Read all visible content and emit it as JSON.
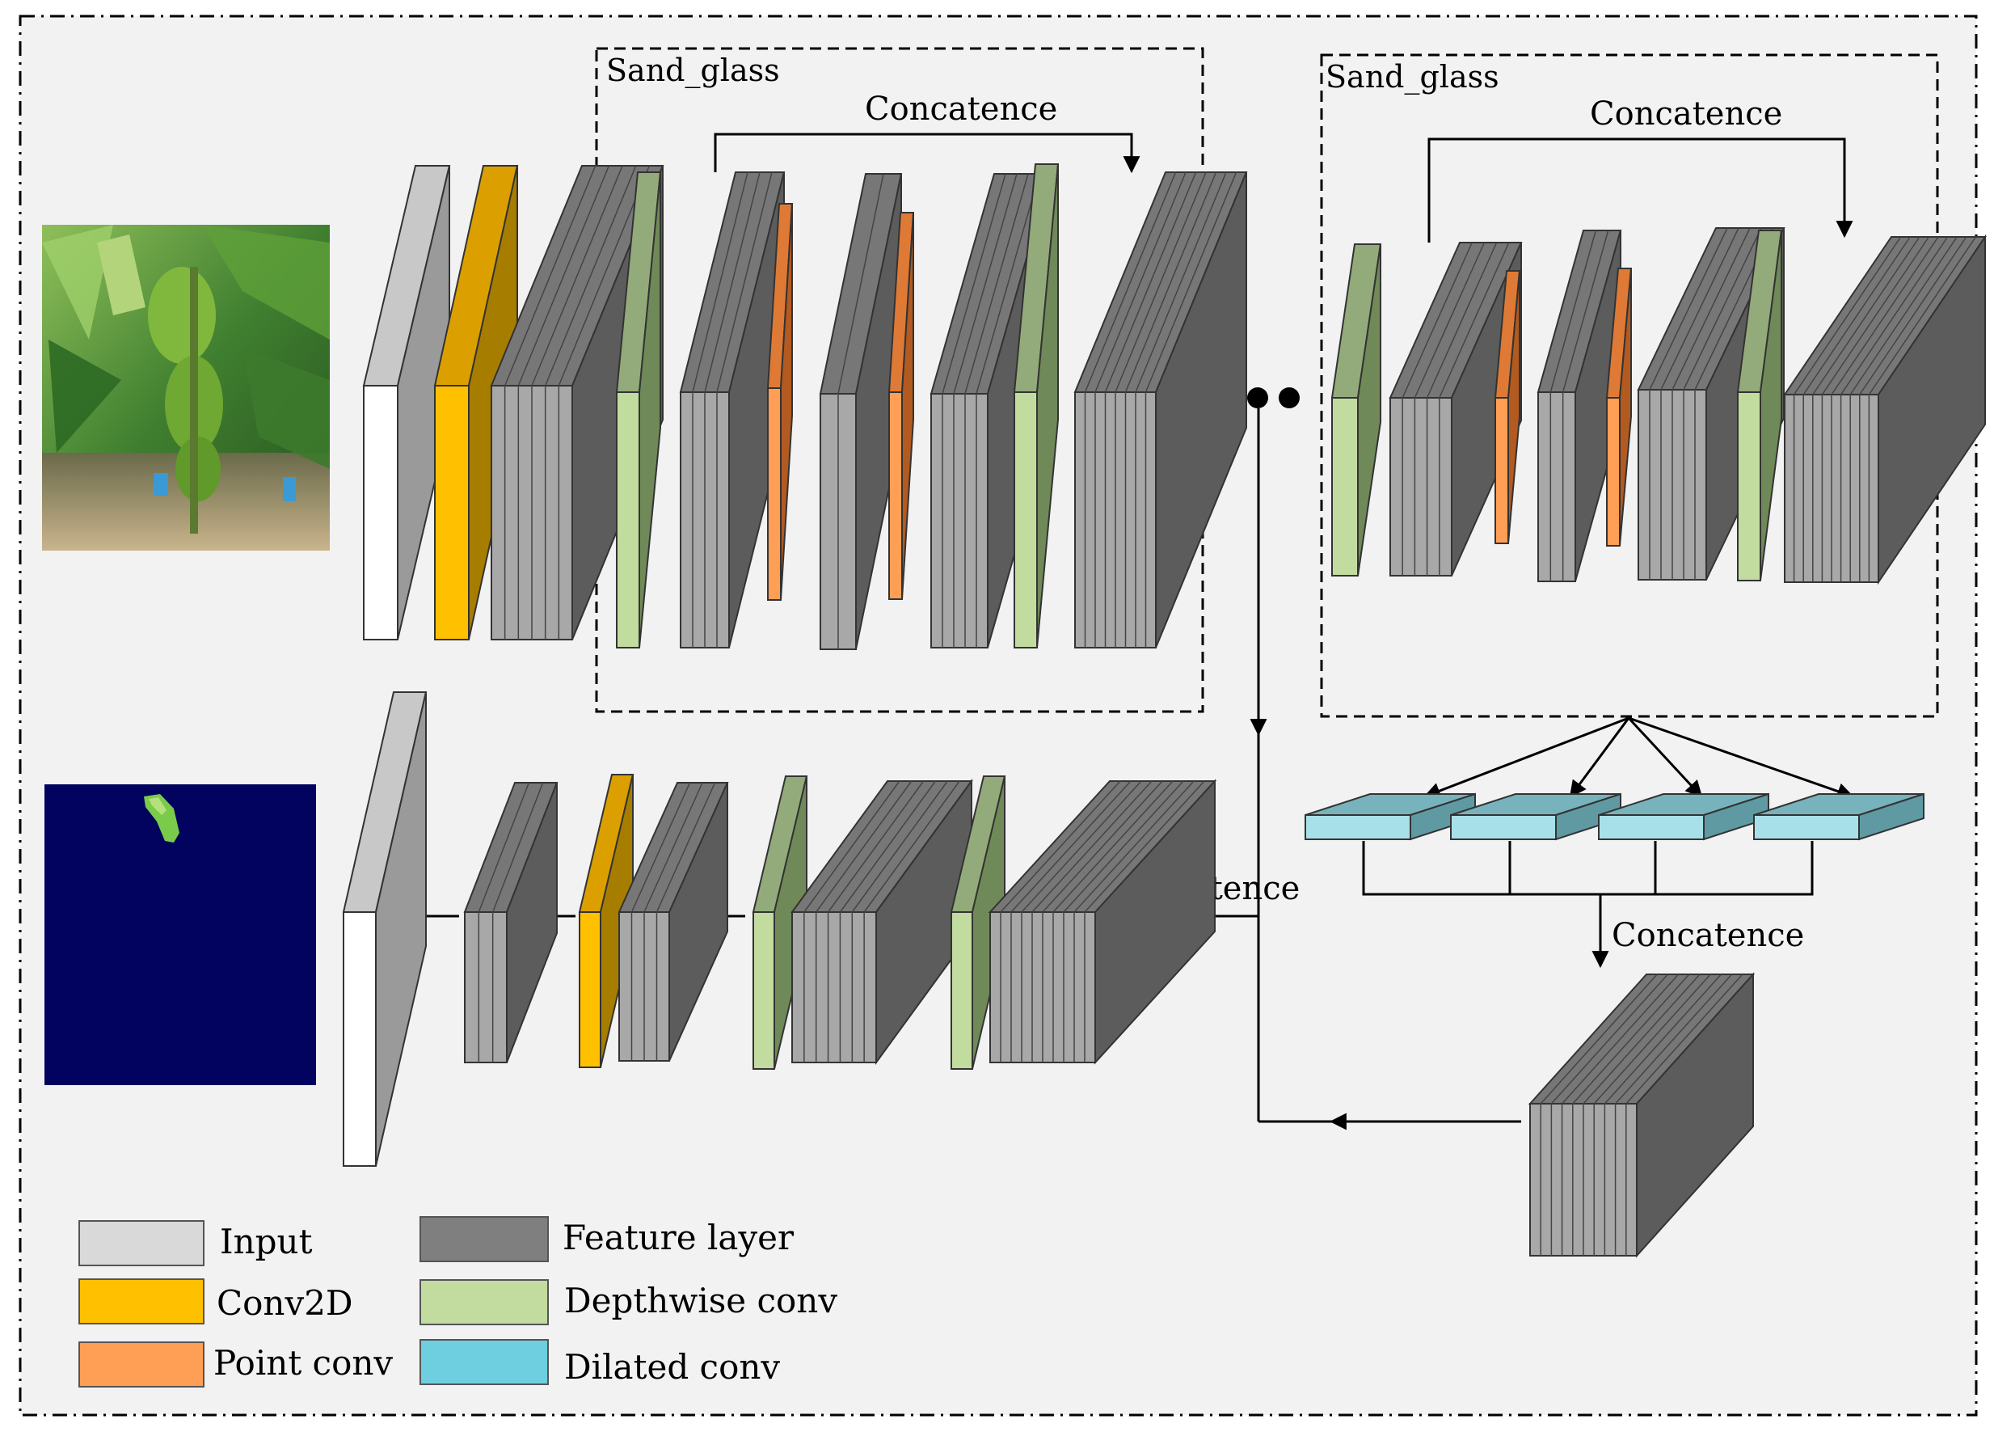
{
  "blocks": {
    "sandglass_1": {
      "title": "Sand_glass",
      "concat_label": "Concatence"
    },
    "sandglass_2": {
      "title": "Sand_glass",
      "concat_label": "Concatence"
    }
  },
  "decoder": {
    "concat_label": "Concatence"
  },
  "aspp": {
    "concat_label": "Concatence"
  },
  "legend": [
    {
      "label": "Input",
      "color": "#d9d9d9"
    },
    {
      "label": "Conv2D",
      "color": "#ffc000"
    },
    {
      "label": "Point conv",
      "color": "#ff9f55"
    },
    {
      "label": "Feature layer",
      "color": "#7f7f7f"
    },
    {
      "label": "Depthwise conv",
      "color": "#c2dca0"
    },
    {
      "label": "Dilated conv",
      "color": "#6dcfdf"
    }
  ],
  "colors": {
    "background": "#f2f2f2",
    "input": "#ffffff",
    "input_top": "#c8c8c8",
    "conv2d": "#ffc000",
    "conv2d_top": "#dba000",
    "point_conv": "#ff9f55",
    "point_conv_top": "#de7a35",
    "feature_front": "#a8a8a8",
    "feature_top": "#777777",
    "depthwise_front": "#c2dca0",
    "depthwise_top": "#93ab7a",
    "dilated_front": "#a8e0ea",
    "dilated_top": "#78b3bd",
    "mask_background": "#02035f"
  },
  "images": {
    "input_photo": "banana-plant-photo",
    "output_mask": "segmentation-mask"
  }
}
